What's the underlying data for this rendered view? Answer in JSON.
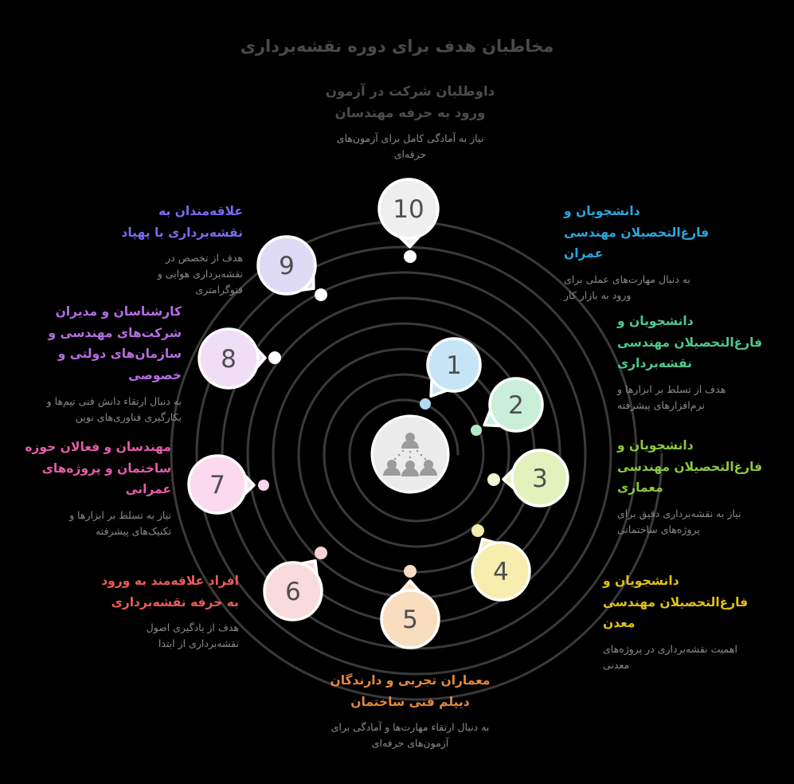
{
  "title": "مخاطبان هدف برای دوره نقشه‌برداری",
  "center_icon": "audience-people-icon",
  "spiral_color": "#3a3a3a",
  "background_color": "#000000",
  "items": [
    {
      "number": "1",
      "color": "#29a7df",
      "bubble": "#c5e5f7",
      "dot": "#aedcf3",
      "heading": [
        "دانشجویان و",
        "فارغ‌التحصیلان مهندسی",
        "عمران"
      ],
      "desc": [
        "به دنبال مهارت‌های عملی برای",
        "ورود به بازار کار"
      ]
    },
    {
      "number": "2",
      "color": "#4fc98e",
      "bubble": "#c9efd9",
      "dot": "#b0e9c8",
      "heading": [
        "دانشجویان و",
        "فارغ‌التحصیلان مهندسی",
        "نقشه‌برداری"
      ],
      "desc": [
        "هدف از تسلط بر ابزارها و",
        "نرم‌افزارهای پیشرفته"
      ]
    },
    {
      "number": "3",
      "color": "#8fc73e",
      "bubble": "#e3f1bd",
      "dot": "#eef4d4",
      "heading": [
        "دانشجویان و",
        "فارغ‌التحصیلان مهندسی",
        "معماری"
      ],
      "desc": [
        "نیاز به نقشه‌برداری دقیق برای",
        "پروژه‌های ساختمانی"
      ]
    },
    {
      "number": "4",
      "color": "#e2c313",
      "bubble": "#f6edae",
      "dot": "#f3e9a9",
      "heading": [
        "دانشجویان و",
        "فارغ‌التحصیلان مهندسی",
        "معدن"
      ],
      "desc": [
        "اهمیت نقشه‌برداری در پروژه‌های",
        "معدنی"
      ]
    },
    {
      "number": "5",
      "color": "#e5893b",
      "bubble": "#f8ddbe",
      "dot": "#f6dcc3",
      "heading": [
        "معماران تجربی و دارندگان",
        "دیپلم فنی ساختمان"
      ],
      "desc": [
        "به دنبال ارتقاء مهارت‌ها و آمادگی برای",
        "آزمون‌های حرفه‌ای"
      ]
    },
    {
      "number": "6",
      "color": "#ea5c57",
      "bubble": "#fadbdb",
      "dot": "#f8d2d3",
      "heading": [
        "افراد علاقه‌مند به ورود",
        "به حرفه نقشه‌برداری"
      ],
      "desc": [
        "هدف از یادگیری اصول",
        "نقشه‌برداری از ابتدا"
      ]
    },
    {
      "number": "7",
      "color": "#e35daa",
      "bubble": "#fbd9ee",
      "dot": "#f9d4eb",
      "heading": [
        "مهندسان و فعالان حوزه",
        "ساختمان و پروژه‌های",
        "عمرانی"
      ],
      "desc": [
        "نیاز به تسلط بر ابزارها و",
        "تکنیک‌های پیشرفته"
      ]
    },
    {
      "number": "8",
      "color": "#b76ee4",
      "bubble": "#f0def7",
      "dot": "#ffffff",
      "heading": [
        "کارشناسان و مدیران",
        "شرکت‌های مهندسی و",
        "سازمان‌های دولتی و",
        "خصوصی"
      ],
      "desc": [
        "به دنبال ارتقاء دانش فنی تیم‌ها و",
        "بکارگیری فناوری‌های نوین"
      ]
    },
    {
      "number": "9",
      "color": "#7a6cf0",
      "bubble": "#dfdaf6",
      "dot": "#ffffff",
      "heading": [
        "علاقه‌مندان به",
        "نقشه‌برداری با پهپاد"
      ],
      "desc": [
        "هدف از تخصص در",
        "نقشه‌برداری هوایی و",
        "فتوگرامتری"
      ]
    },
    {
      "number": "10",
      "color": "#4c4c4c",
      "bubble": "#efefef",
      "dot": "#ffffff",
      "heading": [
        "داوطلبان شرکت در آزمون",
        "ورود به حرفه مهندسان"
      ],
      "desc": [
        "نیاز به آمادگی کامل برای آزمون‌های",
        "حرفه‌ای"
      ]
    }
  ]
}
